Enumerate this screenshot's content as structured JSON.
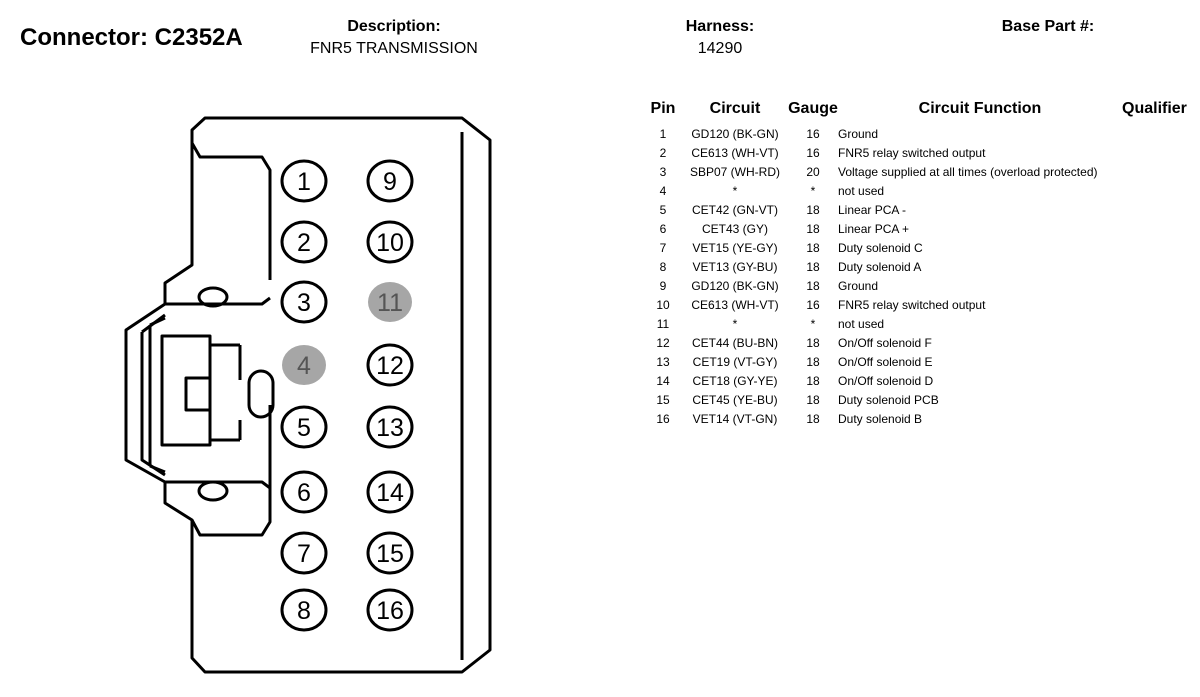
{
  "header": {
    "connector_title": "Connector: C2352A",
    "description_label": "Description:",
    "description_value": "FNR5 TRANSMISSION",
    "harness_label": "Harness:",
    "harness_value": "14290",
    "base_part_label": "Base Part #:",
    "base_part_value": ""
  },
  "table": {
    "headers": [
      "Pin",
      "Circuit",
      "Gauge",
      "Circuit Function",
      "Qualifier"
    ],
    "rows": [
      {
        "pin": "1",
        "circuit": "GD120 (BK-GN)",
        "gauge": "16",
        "function": "Ground",
        "qualifier": ""
      },
      {
        "pin": "2",
        "circuit": "CE613 (WH-VT)",
        "gauge": "16",
        "function": "FNR5 relay switched output",
        "qualifier": ""
      },
      {
        "pin": "3",
        "circuit": "SBP07 (WH-RD)",
        "gauge": "20",
        "function": "Voltage supplied at all times (overload protected)",
        "qualifier": ""
      },
      {
        "pin": "4",
        "circuit": "*",
        "gauge": "*",
        "function": "not used",
        "qualifier": ""
      },
      {
        "pin": "5",
        "circuit": "CET42 (GN-VT)",
        "gauge": "18",
        "function": "Linear PCA -",
        "qualifier": ""
      },
      {
        "pin": "6",
        "circuit": "CET43 (GY)",
        "gauge": "18",
        "function": "Linear PCA +",
        "qualifier": ""
      },
      {
        "pin": "7",
        "circuit": "VET15 (YE-GY)",
        "gauge": "18",
        "function": "Duty solenoid C",
        "qualifier": ""
      },
      {
        "pin": "8",
        "circuit": "VET13 (GY-BU)",
        "gauge": "18",
        "function": "Duty solenoid A",
        "qualifier": ""
      },
      {
        "pin": "9",
        "circuit": "GD120 (BK-GN)",
        "gauge": "18",
        "function": "Ground",
        "qualifier": ""
      },
      {
        "pin": "10",
        "circuit": "CE613 (WH-VT)",
        "gauge": "16",
        "function": "FNR5 relay switched output",
        "qualifier": ""
      },
      {
        "pin": "11",
        "circuit": "*",
        "gauge": "*",
        "function": "not used",
        "qualifier": ""
      },
      {
        "pin": "12",
        "circuit": "CET44 (BU-BN)",
        "gauge": "18",
        "function": "On/Off solenoid F",
        "qualifier": ""
      },
      {
        "pin": "13",
        "circuit": "CET19 (VT-GY)",
        "gauge": "18",
        "function": "On/Off solenoid E",
        "qualifier": ""
      },
      {
        "pin": "14",
        "circuit": "CET18 (GY-YE)",
        "gauge": "18",
        "function": "On/Off solenoid D",
        "qualifier": ""
      },
      {
        "pin": "15",
        "circuit": "CET45 (YE-BU)",
        "gauge": "18",
        "function": "Duty solenoid PCB",
        "qualifier": ""
      },
      {
        "pin": "16",
        "circuit": "VET14 (VT-GN)",
        "gauge": "18",
        "function": "Duty solenoid B",
        "qualifier": ""
      }
    ]
  },
  "diagram": {
    "pins": [
      {
        "label": "1",
        "used": true
      },
      {
        "label": "2",
        "used": true
      },
      {
        "label": "3",
        "used": true
      },
      {
        "label": "4",
        "used": false
      },
      {
        "label": "5",
        "used": true
      },
      {
        "label": "6",
        "used": true
      },
      {
        "label": "7",
        "used": true
      },
      {
        "label": "8",
        "used": true
      },
      {
        "label": "9",
        "used": true
      },
      {
        "label": "10",
        "used": true
      },
      {
        "label": "11",
        "used": false
      },
      {
        "label": "12",
        "used": true
      },
      {
        "label": "13",
        "used": true
      },
      {
        "label": "14",
        "used": true
      },
      {
        "label": "15",
        "used": true
      },
      {
        "label": "16",
        "used": true
      }
    ],
    "unused_pin_color": "#a6a6a6",
    "line_color": "#000000"
  }
}
